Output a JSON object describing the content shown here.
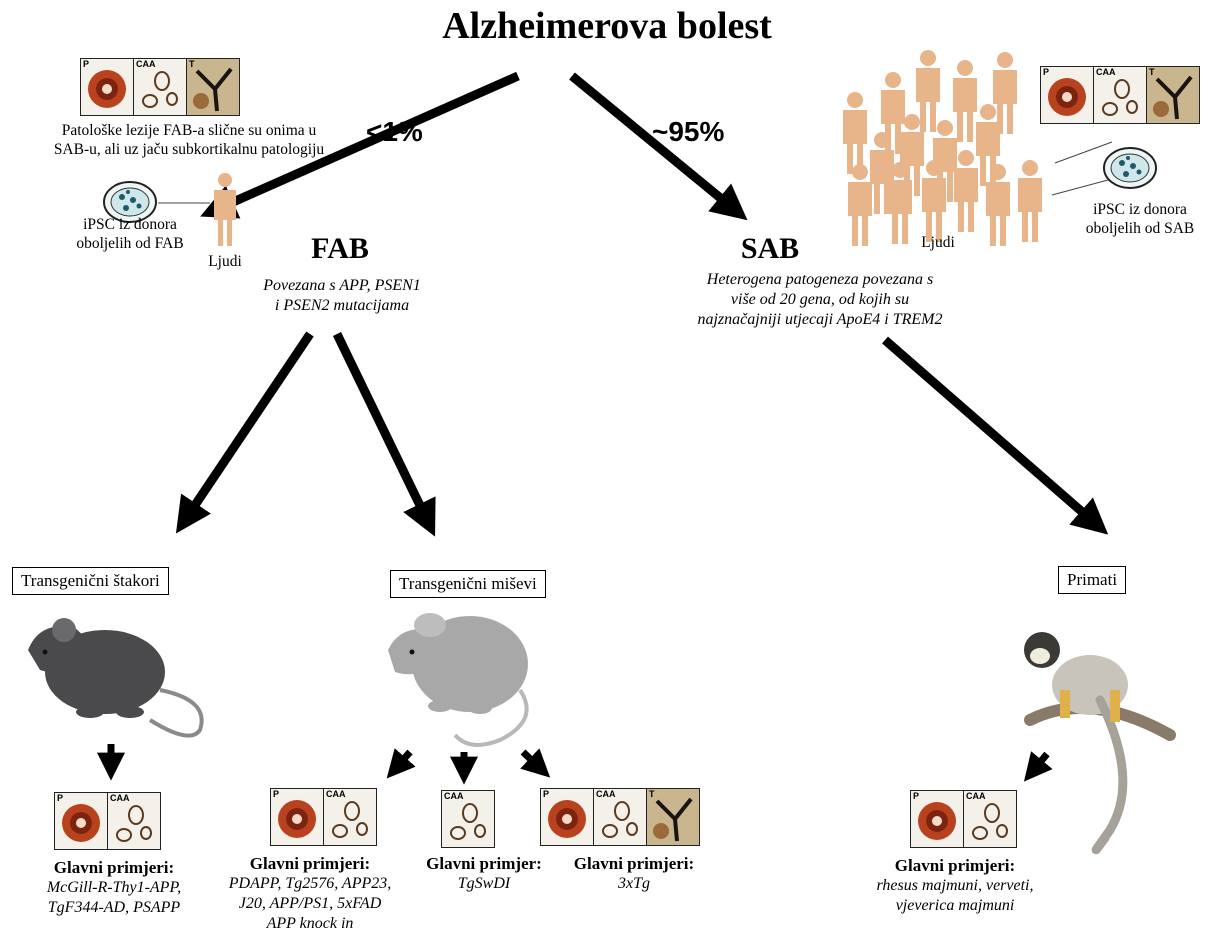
{
  "title": "Alzheimerova bolest",
  "left_branch": {
    "percent": "<1%",
    "heading": "FAB",
    "description": [
      "Povezana s APP, PSEN1",
      "i PSEN2 mutacijama"
    ],
    "lesion_note": [
      "Patološke lezije FAB-a slične su onima u",
      "SAB-u, ali uz jaču subkortikalnu patologiju"
    ],
    "ipsc_label": [
      "iPSC iz donora",
      "oboljelih od FAB"
    ],
    "people_label": "Ljudi"
  },
  "right_branch": {
    "percent": "~95%",
    "heading": "SAB",
    "description": [
      "Heterogena patogeneza povezana s",
      "više od 20 gena, od kojih su",
      "najznačajniji utjecaji ApoE4 i TREM2"
    ],
    "people_label": "Ljudi",
    "ipsc_label": [
      "iPSC iz donora",
      "oboljelih od SAB"
    ]
  },
  "panel_labels": {
    "p": "P",
    "caa": "CAA",
    "t": "T"
  },
  "models": {
    "rats": {
      "label": "Transgenični štakori",
      "example_title": "Glavni primjeri:",
      "examples": [
        "McGill-R-Thy1-APP,",
        "TgF344-AD, PSAPP"
      ]
    },
    "mice": {
      "label": "Transgenični miševi",
      "groups": [
        {
          "title": "Glavni primjeri:",
          "examples": [
            "PDAPP, Tg2576, APP23,",
            "J20, APP/PS1, 5xFAD",
            "APP knock in"
          ]
        },
        {
          "title": "Glavni primjer:",
          "examples": [
            "TgSwDI"
          ]
        },
        {
          "title": "Glavni primjeri:",
          "examples": [
            "3xTg"
          ]
        }
      ]
    },
    "primates": {
      "label": "Primati",
      "example_title": "Glavni primjeri:",
      "examples": [
        "rhesus majmuni, verveti,",
        "vjeverica majmuni"
      ]
    }
  },
  "colors": {
    "human": "#e8b48a",
    "rat": "#4a4a4c",
    "mouse": "#a8a8a8",
    "plaque": "#b8421e"
  }
}
